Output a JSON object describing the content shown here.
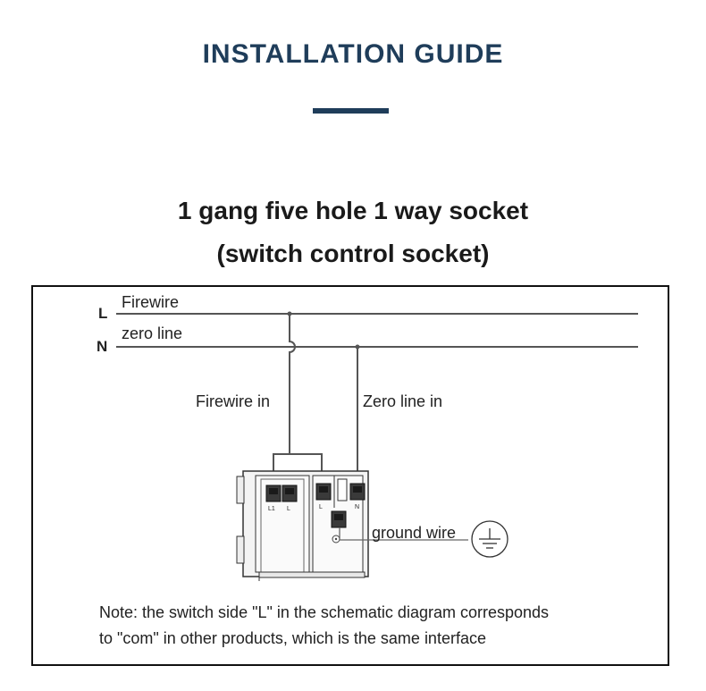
{
  "header": {
    "title": "INSTALLATION GUIDE"
  },
  "product": {
    "line1": "1 gang five hole 1 way socket",
    "line2": "(switch control socket)"
  },
  "diagram": {
    "l_letter": "L",
    "n_letter": "N",
    "firewire": "Firewire",
    "zero_line": "zero line",
    "firewire_in": "Firewire in",
    "zero_line_in": "Zero line in",
    "ground_wire": "ground wire",
    "terminal_l1": "L1",
    "terminal_l": "L",
    "terminal_l2": "L",
    "terminal_n": "N"
  },
  "note": {
    "line1": "Note: the switch side \"L\" in the schematic diagram corresponds",
    "line2": "to \"com\" in other products, which is the same interface"
  },
  "colors": {
    "title": "#1f3d5a",
    "wire": "#444444"
  }
}
